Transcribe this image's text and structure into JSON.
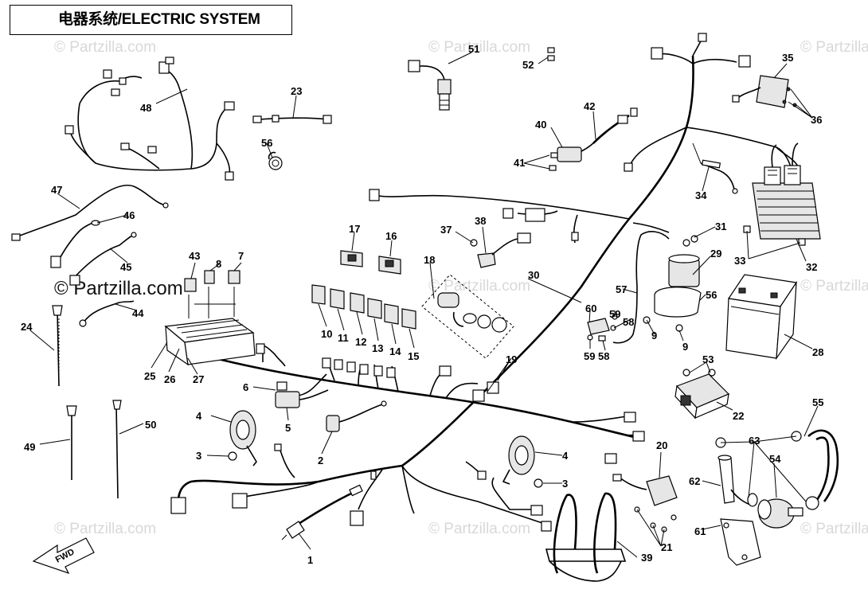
{
  "title": "电器系统/ELECTRIC SYSTEM",
  "watermark": "© Partzilla.com",
  "arrow_label": "FWD",
  "callouts": [
    {
      "n": "1"
    },
    {
      "n": "2"
    },
    {
      "n": "3"
    },
    {
      "n": "3"
    },
    {
      "n": "4"
    },
    {
      "n": "4"
    },
    {
      "n": "5"
    },
    {
      "n": "6"
    },
    {
      "n": "7"
    },
    {
      "n": "8"
    },
    {
      "n": "9"
    },
    {
      "n": "9"
    },
    {
      "n": "10"
    },
    {
      "n": "11"
    },
    {
      "n": "12"
    },
    {
      "n": "13"
    },
    {
      "n": "14"
    },
    {
      "n": "15"
    },
    {
      "n": "16"
    },
    {
      "n": "17"
    },
    {
      "n": "18"
    },
    {
      "n": "19"
    },
    {
      "n": "20"
    },
    {
      "n": "21"
    },
    {
      "n": "22"
    },
    {
      "n": "23"
    },
    {
      "n": "24"
    },
    {
      "n": "25"
    },
    {
      "n": "26"
    },
    {
      "n": "27"
    },
    {
      "n": "28"
    },
    {
      "n": "29"
    },
    {
      "n": "30"
    },
    {
      "n": "31"
    },
    {
      "n": "32"
    },
    {
      "n": "33"
    },
    {
      "n": "34"
    },
    {
      "n": "35"
    },
    {
      "n": "36"
    },
    {
      "n": "37"
    },
    {
      "n": "38"
    },
    {
      "n": "39"
    },
    {
      "n": "40"
    },
    {
      "n": "41"
    },
    {
      "n": "42"
    },
    {
      "n": "43"
    },
    {
      "n": "44"
    },
    {
      "n": "45"
    },
    {
      "n": "46"
    },
    {
      "n": "47"
    },
    {
      "n": "48"
    },
    {
      "n": "49"
    },
    {
      "n": "50"
    },
    {
      "n": "51"
    },
    {
      "n": "52"
    },
    {
      "n": "53"
    },
    {
      "n": "54"
    },
    {
      "n": "55"
    },
    {
      "n": "56"
    },
    {
      "n": "56"
    },
    {
      "n": "57"
    },
    {
      "n": "58"
    },
    {
      "n": "58"
    },
    {
      "n": "59"
    },
    {
      "n": "59"
    },
    {
      "n": "60"
    },
    {
      "n": "61"
    },
    {
      "n": "62"
    },
    {
      "n": "63"
    }
  ]
}
